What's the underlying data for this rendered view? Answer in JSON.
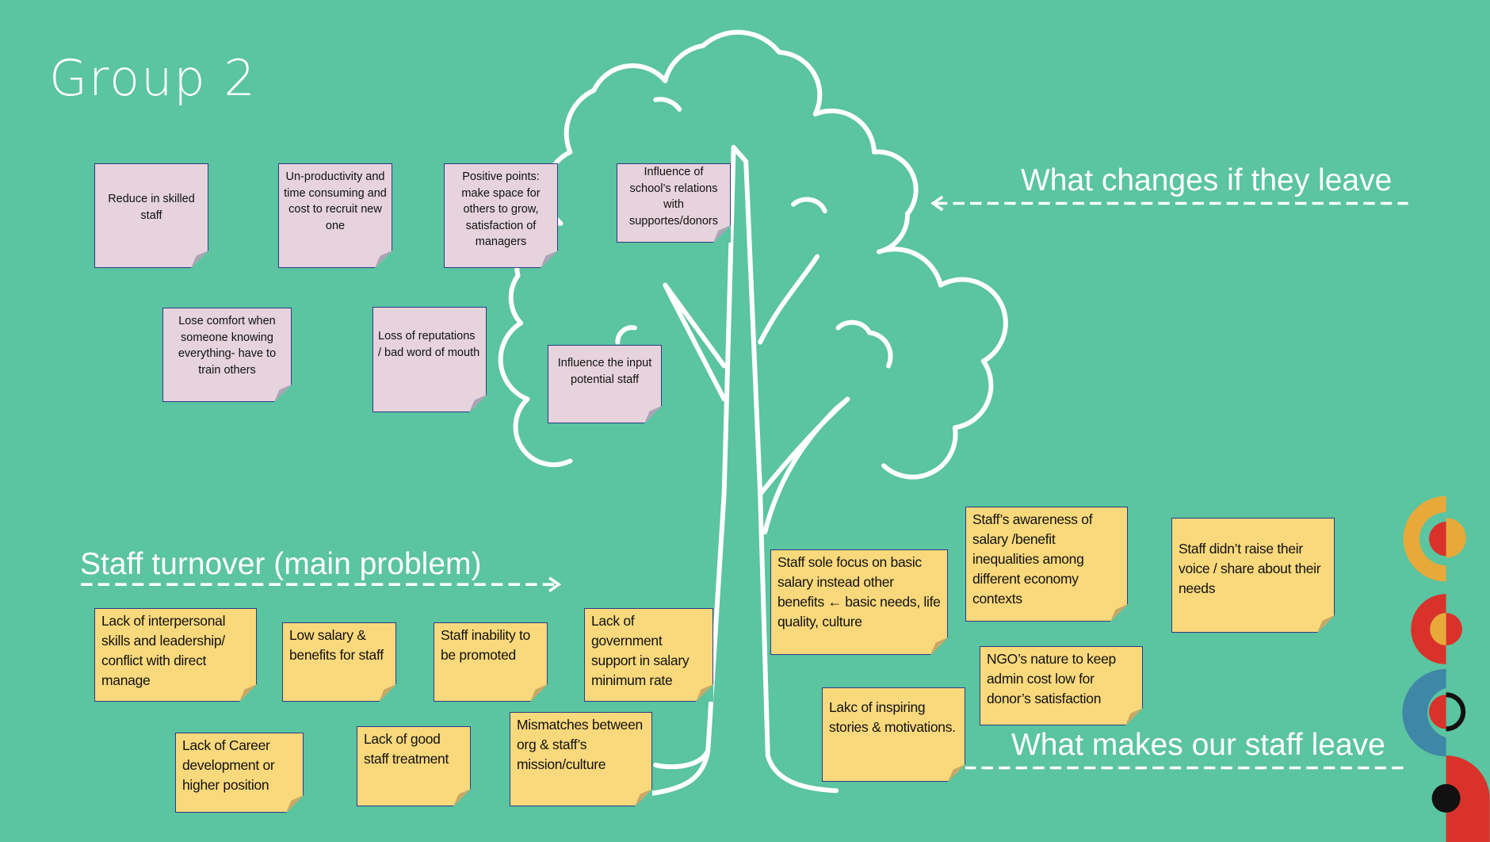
{
  "title": "Group 2",
  "headings": {
    "changes": "What changes if they leave",
    "main_problem": "Staff turnover (main problem)",
    "causes": "What makes our staff leave"
  },
  "colors": {
    "background": "#5bc4a0",
    "pink_note": "#e6d3dc",
    "yellow_note": "#fad97c",
    "note_border": "#2d3a86",
    "orange": "#e7a93a",
    "red": "#d9322b",
    "blue": "#3f87a6",
    "black": "#111111"
  },
  "effects_notes": [
    "Reduce in skilled staff",
    "Un-productivity and time consuming and cost to recruit new one",
    "Positive points: make space for others to grow, satisfaction of managers",
    "Influence of school’s relations with supportes/donors",
    "Lose comfort when someone knowing everything- have to train others",
    "Loss of reputations / bad word of mouth",
    "Influence the input potential staff"
  ],
  "cause_notes": [
    "Lack of interpersonal skills and leadership/ conflict with direct manage",
    "Low salary & benefits for staff",
    "Staff inability to be promoted",
    "Lack of government support in salary minimum rate",
    "Lack of Career development or higher position",
    "Lack of good staff treatment",
    "Mismatches between org & staff’s mission/culture",
    "Staff sole focus on basic salary instead other benefits ← basic needs, life quality, culture",
    "Staff’s awareness of salary /benefit inequalities among different economy contexts",
    "Staff didn’t raise their voice / share about their needs",
    "NGO’s nature to keep admin cost low for donor’s satisfaction",
    "Lakc of inspiring stories & motivations."
  ]
}
